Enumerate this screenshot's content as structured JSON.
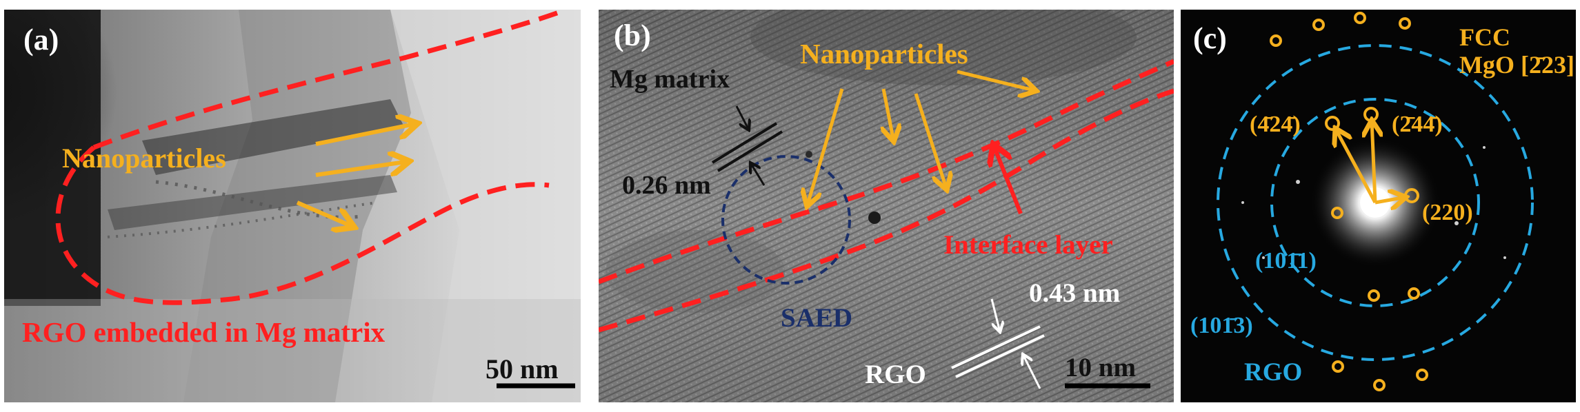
{
  "panel_a": {
    "label": "(a)",
    "nanoparticles": "Nanoparticles",
    "caption": "RGO embedded in Mg matrix",
    "scale_bar": "50 nm"
  },
  "panel_b": {
    "label": "(b)",
    "nanoparticles": "Nanoparticles",
    "mg_matrix": "Mg matrix",
    "spacing_mg": "0.26 nm",
    "interface": "Interface layer",
    "saed": "SAED",
    "spacing_rgo": "0.43 nm",
    "rgo": "RGO",
    "scale_bar": "10 nm"
  },
  "panel_c": {
    "label": "(c)",
    "fcc": "FCC",
    "zone_axis": "MgO [2̄23]",
    "spot_424": "(4̄24̄)",
    "spot_244": "(2̄44̄)",
    "spot_220": "(220)",
    "ring_1011": "(101̄1)",
    "ring_1013": "(101̄3)",
    "rgo": "RGO"
  },
  "colors": {
    "annotation_orange": "#f5b01e",
    "boundary_red": "#ff2020",
    "saed_navy": "#1a2f6a",
    "ring_cyan": "#27a9e1"
  }
}
